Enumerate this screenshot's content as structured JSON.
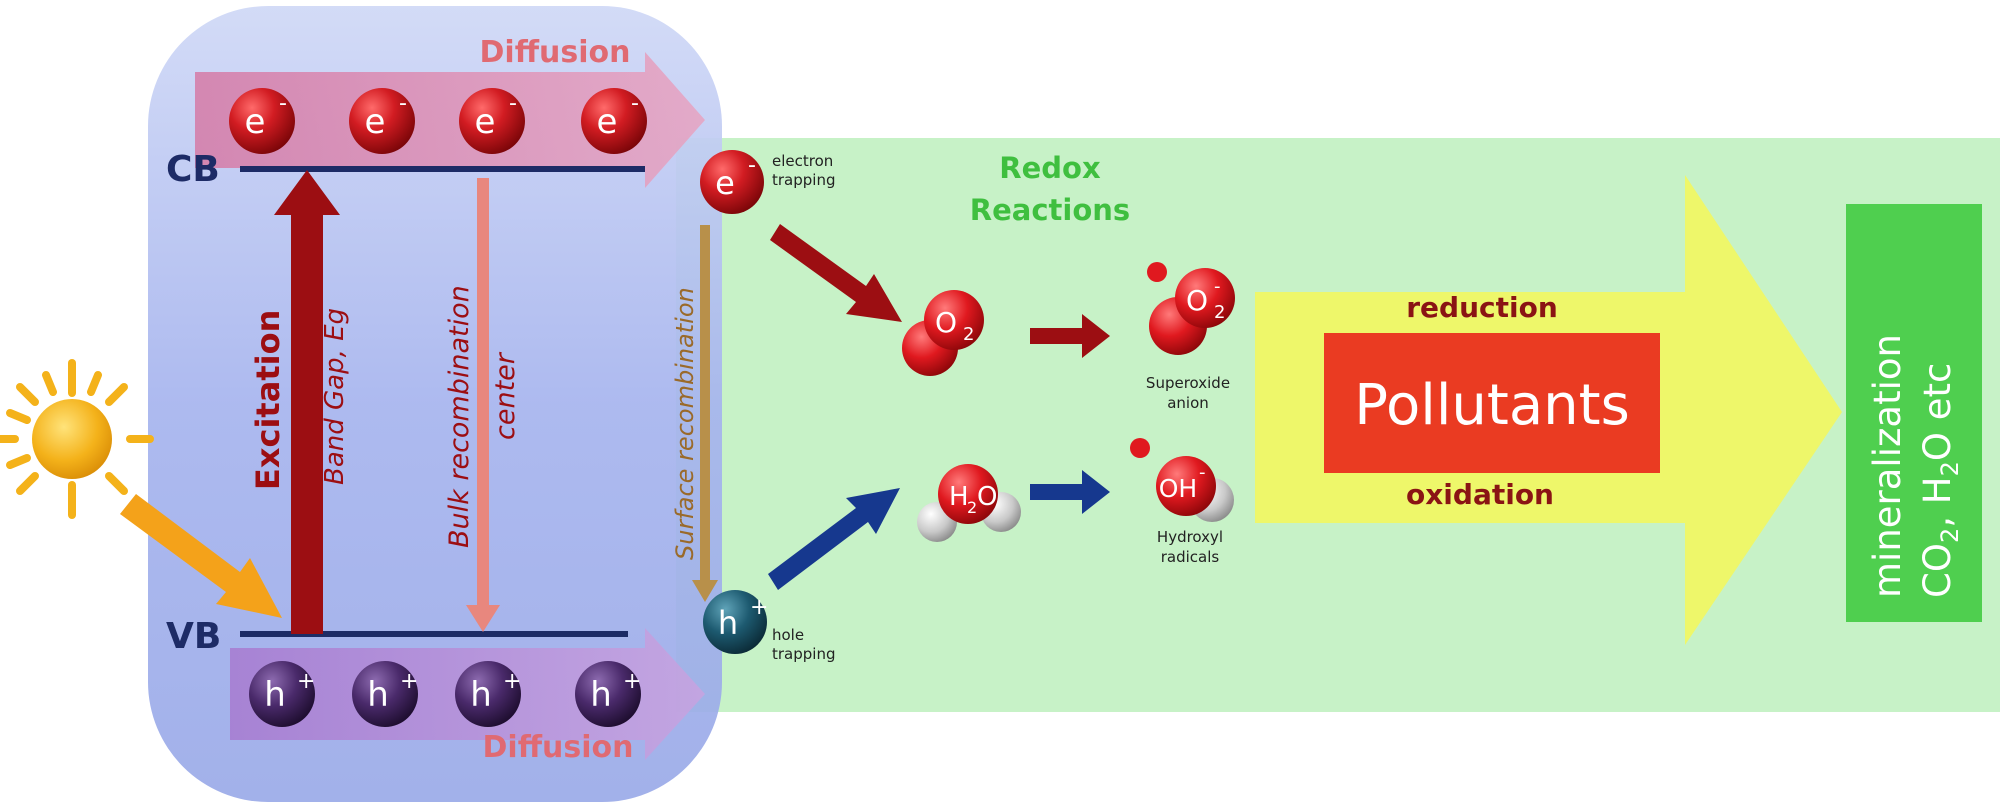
{
  "bands": {
    "cb_label": "CB",
    "vb_label": "VB",
    "diffusion_top": "Diffusion",
    "diffusion_bottom": "Diffusion"
  },
  "carriers": {
    "electron_base": "e",
    "electron_sup": "-",
    "hole_base": "h",
    "hole_sup": "+"
  },
  "processes": {
    "excitation": "Excitation",
    "band_gap": "Band Gap, Eg",
    "bulk_recombination_line1": "Bulk recombination",
    "bulk_recombination_line2": "center",
    "surface_recombination": "Surface recombination",
    "electron_trapping_line1": "electron",
    "electron_trapping_line2": "trapping",
    "hole_trapping_line1": "hole",
    "hole_trapping_line2": "trapping"
  },
  "redox": {
    "title_line1": "Redox",
    "title_line2": "Reactions"
  },
  "species": {
    "oxygen_base": "O",
    "oxygen_sub": "2",
    "superoxide_base": "O",
    "superoxide_sup": "-",
    "superoxide_sub": "2",
    "superoxide_label_line1": "Superoxide",
    "superoxide_label_line2": "anion",
    "water_h": "H",
    "water_sub": "2",
    "water_o": "O",
    "hydroxyl_base": "OH",
    "hydroxyl_sup": "-",
    "hydroxyl_label_line1": "Hydroxyl",
    "hydroxyl_label_line2": "radicals"
  },
  "degradation": {
    "reduction": "reduction",
    "oxidation": "oxidation",
    "pollutants": "Pollutants",
    "mineralization_line1": "mineralization",
    "mineralization_line2_a": "CO",
    "mineralization_line2_sub1": "2",
    "mineralization_line2_b": ", H",
    "mineralization_line2_sub2": "2",
    "mineralization_line2_c": "O etc"
  },
  "colors": {
    "semiconductor_fill": "#a9b7ef",
    "redox_zone": "#c7f2c7",
    "yellow_arrow": "#eef76a",
    "pollutant_box": "#ea3b22",
    "mineral_box": "#4fcf4f",
    "electron_red": "#c0141e",
    "hole_purple": "#3d2458",
    "band_line": "#1d2b66",
    "dark_red": "#9c0e12",
    "navy_arrow": "#16388e",
    "sun": "#f4b21a",
    "redox_text": "#3fbf3f",
    "reduction_text": "#8a1414"
  }
}
